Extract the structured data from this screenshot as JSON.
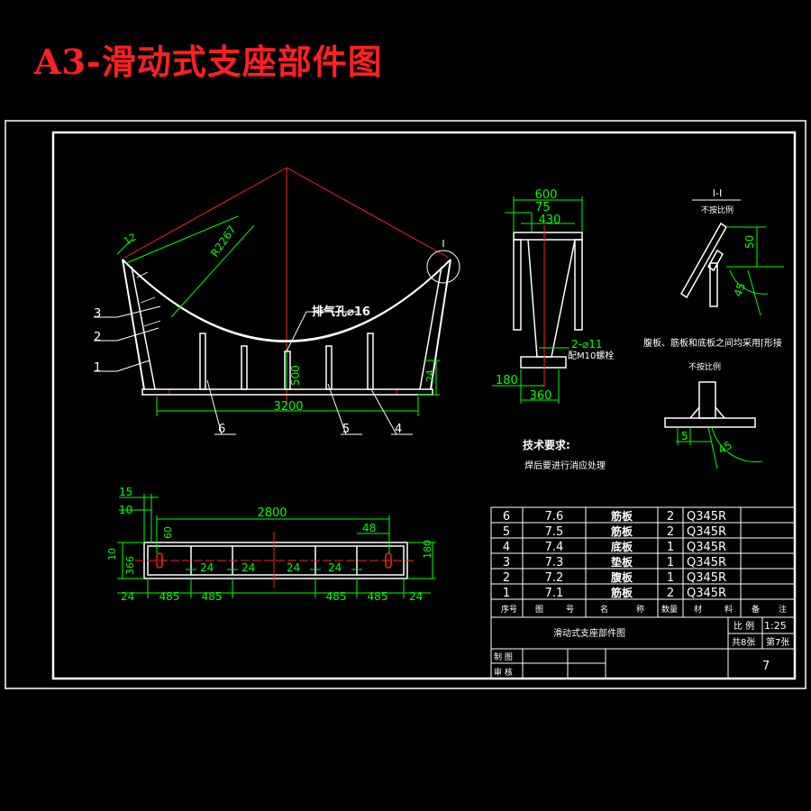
{
  "title": "A3-滑动式支座部件图",
  "colors": {
    "background": "#000000",
    "outline": "#ffffff",
    "dimension": "#00ff00",
    "centerline": "#ff2020",
    "title": "#ff2020"
  },
  "main_view": {
    "radius_label": "R2267",
    "width_label": "3200",
    "height_label": "500",
    "edge_label": "12",
    "leg_height_label": "24",
    "vent_label": "排气孔⌀16",
    "detail_marker": "I",
    "leaders": [
      "3",
      "2",
      "1",
      "6",
      "5",
      "4"
    ]
  },
  "side_view": {
    "dims": [
      "600",
      "75",
      "430",
      "180",
      "360"
    ],
    "hole_label": "2-⌀11",
    "bolt_label": "配M10螺栓"
  },
  "section_view": {
    "title": "I-I",
    "subtitle": "不按比例",
    "dims": [
      "50",
      "45"
    ]
  },
  "weld_note": "腹板、筋板和底板之间均采用⌈形接",
  "weld_view": {
    "subtitle": "不按比例",
    "dims": [
      "5",
      "45"
    ]
  },
  "tech_requirements": {
    "heading": "技术要求:",
    "text": "焊后要进行消应处理"
  },
  "plan_view": {
    "top_dims": [
      "15",
      "10",
      "2800",
      "48"
    ],
    "left_dims": [
      "10",
      "366",
      "60"
    ],
    "right_dim": "180",
    "mid_dims": [
      "24",
      "24",
      "24",
      "24"
    ],
    "bottom_dims": [
      "24",
      "485",
      "485",
      "485",
      "485",
      "24"
    ]
  },
  "bom": {
    "rows": [
      {
        "no": "6",
        "drawing": "7.6",
        "name": "筋板",
        "qty": "2",
        "material": "Q345R"
      },
      {
        "no": "5",
        "drawing": "7.5",
        "name": "筋板",
        "qty": "2",
        "material": "Q345R"
      },
      {
        "no": "4",
        "drawing": "7.4",
        "name": "底板",
        "qty": "1",
        "material": "Q345R"
      },
      {
        "no": "3",
        "drawing": "7.3",
        "name": "垫板",
        "qty": "1",
        "material": "Q345R"
      },
      {
        "no": "2",
        "drawing": "7.2",
        "name": "腹板",
        "qty": "1",
        "material": "Q345R"
      },
      {
        "no": "1",
        "drawing": "7.1",
        "name": "筋板",
        "qty": "2",
        "material": "Q345R"
      }
    ],
    "header": [
      "序号",
      "图",
      "号",
      "名",
      "称",
      "数量",
      "材",
      "料",
      "备",
      "注"
    ]
  },
  "title_block": {
    "name": "滑动式支座部件图",
    "scale_label": "比 例",
    "scale_value": "1:25",
    "total_sheets": "共8张",
    "sheet_no_label": "第7张",
    "drawn_by": "制 图",
    "checked_by": "审 核",
    "sheet_number": "7"
  }
}
